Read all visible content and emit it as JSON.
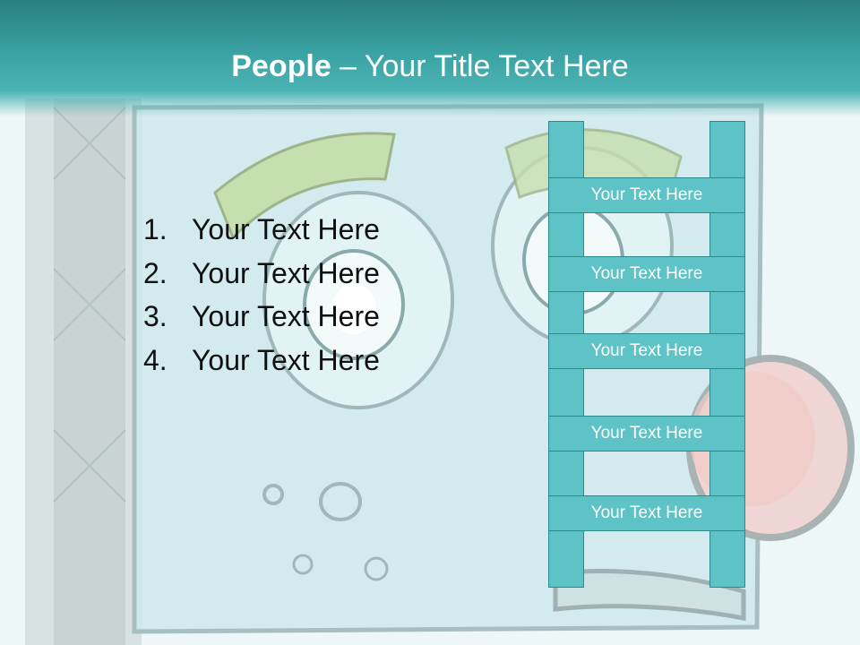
{
  "header": {
    "title_bold": "People",
    "title_rest": " – Your Title Text Here"
  },
  "list": {
    "items": [
      {
        "num": "1.",
        "text": "Your Text Here"
      },
      {
        "num": "2.",
        "text": "Your Text Here"
      },
      {
        "num": "3.",
        "text": "Your Text Here"
      },
      {
        "num": "4.",
        "text": "Your Text Here"
      }
    ]
  },
  "ladder": {
    "rungs": [
      "Your Text Here",
      "Your Text Here",
      "Your Text Here",
      "Your Text Here",
      "Your Text Here"
    ]
  },
  "colors": {
    "header": "#3aa2a3",
    "ladder_fill": "#5ec3c6",
    "ladder_stroke": "#2d8a8c",
    "text": "#111111"
  },
  "icons": {
    "background": "sketch-illustration-background"
  }
}
